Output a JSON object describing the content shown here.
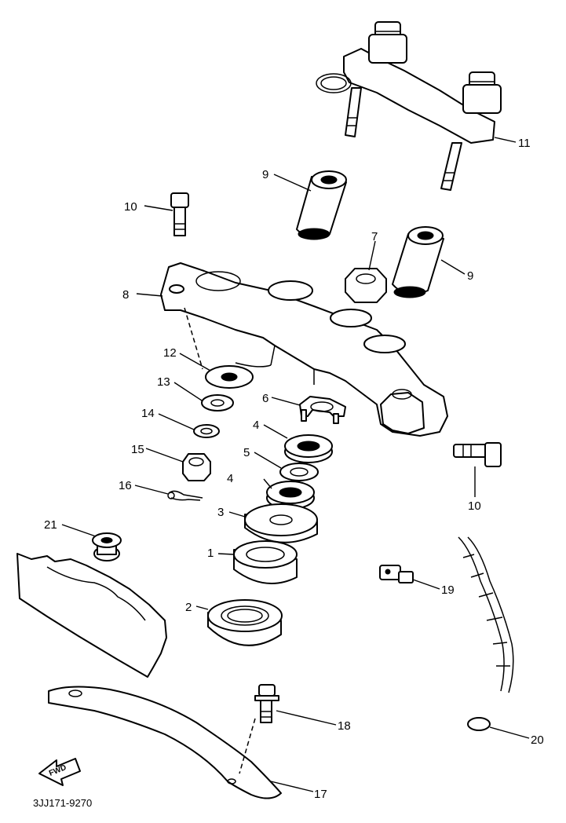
{
  "diagram": {
    "callouts": [
      {
        "id": "p1",
        "label": "1"
      },
      {
        "id": "p2",
        "label": "2"
      },
      {
        "id": "p3",
        "label": "3"
      },
      {
        "id": "p4a",
        "label": "4"
      },
      {
        "id": "p4b",
        "label": "4"
      },
      {
        "id": "p5",
        "label": "5"
      },
      {
        "id": "p6",
        "label": "6"
      },
      {
        "id": "p7",
        "label": "7"
      },
      {
        "id": "p8",
        "label": "8"
      },
      {
        "id": "p9a",
        "label": "9"
      },
      {
        "id": "p9b",
        "label": "9"
      },
      {
        "id": "p10a",
        "label": "10"
      },
      {
        "id": "p10b",
        "label": "10"
      },
      {
        "id": "p11",
        "label": "11"
      },
      {
        "id": "p12",
        "label": "12"
      },
      {
        "id": "p13",
        "label": "13"
      },
      {
        "id": "p14",
        "label": "14"
      },
      {
        "id": "p15",
        "label": "15"
      },
      {
        "id": "p16",
        "label": "16"
      },
      {
        "id": "p17",
        "label": "17"
      },
      {
        "id": "p18",
        "label": "18"
      },
      {
        "id": "p19",
        "label": "19"
      },
      {
        "id": "p20",
        "label": "20"
      },
      {
        "id": "p21",
        "label": "21"
      }
    ],
    "fwd_label": "FWD",
    "code": "3JJ171-9270"
  }
}
